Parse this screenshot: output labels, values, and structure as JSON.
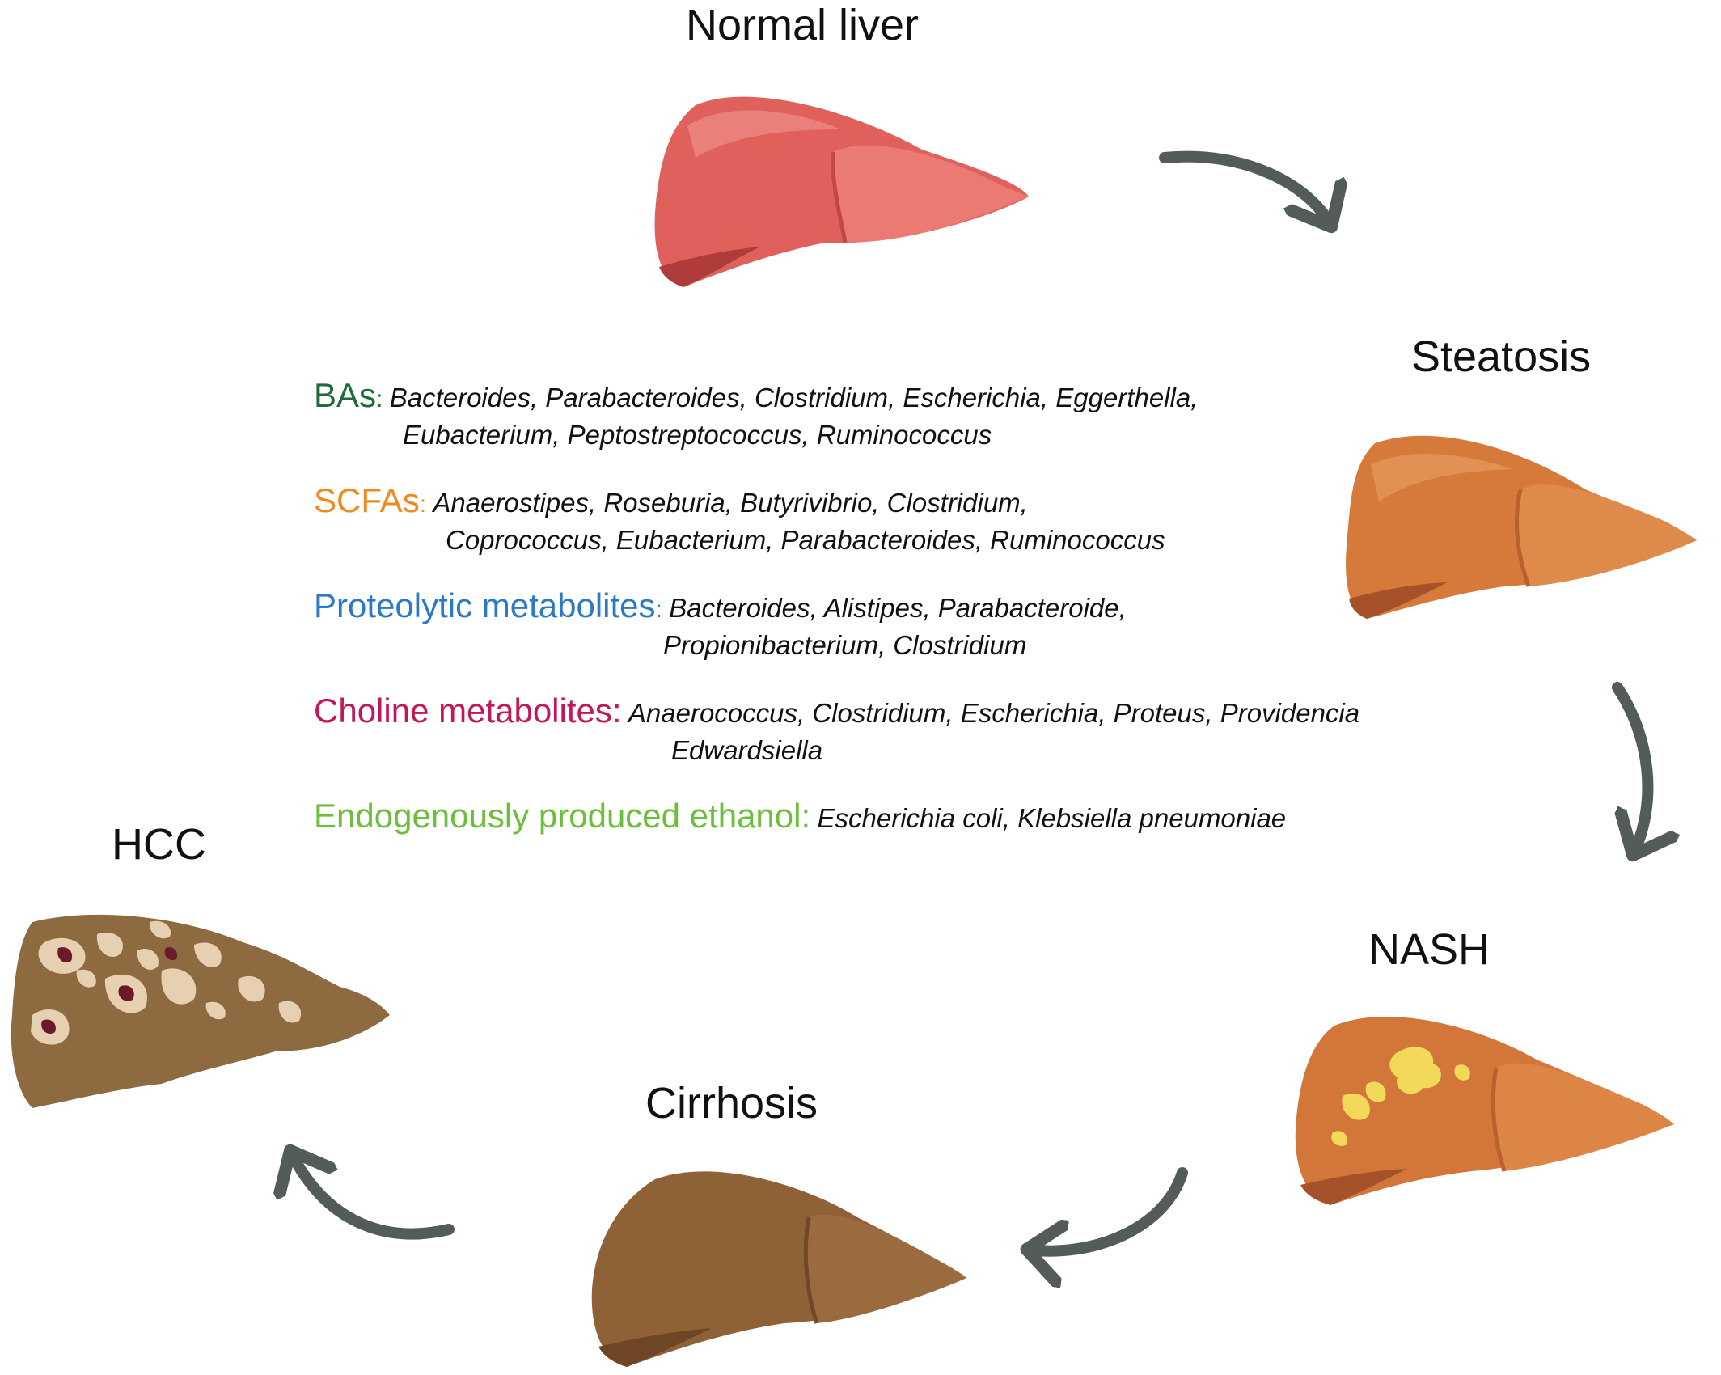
{
  "stages": {
    "normal_liver": "Normal liver",
    "steatosis": "Steatosis",
    "nash": "NASH",
    "cirrhosis": "Cirrhosis",
    "hcc": "HCC"
  },
  "colors": {
    "normal_liver": "#e0605c",
    "steatosis": "#d57a3a",
    "nash": "#d3763a",
    "cirrhosis": "#8e6136",
    "hcc": "#8d6a3f",
    "arrow": "#545b5b",
    "bas": "#1e6b3a",
    "scfas": "#f08a1e",
    "proteolytic": "#2c7ac3",
    "choline": "#c2185b",
    "ethanol": "#6cbf3a"
  },
  "metabolites": [
    {
      "heading": "BAs",
      "sep": ": ",
      "line1": "Bacteroides, Parabacteroides, Clostridium, Escherichia, Eggerthella,",
      "line2": "Eubacterium, Peptostreptococcus, Ruminococcus"
    },
    {
      "heading": "SCFAs",
      "sep": ": ",
      "line1": "Anaerostipes, Roseburia, Butyrivibrio, Clostridium,",
      "line2": "Coprococcus, Eubacterium, Parabacteroides, Ruminococcus"
    },
    {
      "heading": "Proteolytic metabolites",
      "sep": ": ",
      "line1": "Bacteroides, Alistipes, Parabacteroide,",
      "line2": "Propionibacterium, Clostridium"
    },
    {
      "heading": "Choline metabolites:",
      "sep": " ",
      "line1": "Anaerococcus, Clostridium, Escherichia, Proteus, Providencia",
      "line2": "Edwardsiella"
    },
    {
      "heading": "Endogenously produced ethanol:",
      "sep": " ",
      "line1": "Escherichia coli, Klebsiella pneumoniae",
      "line2": ""
    }
  ]
}
